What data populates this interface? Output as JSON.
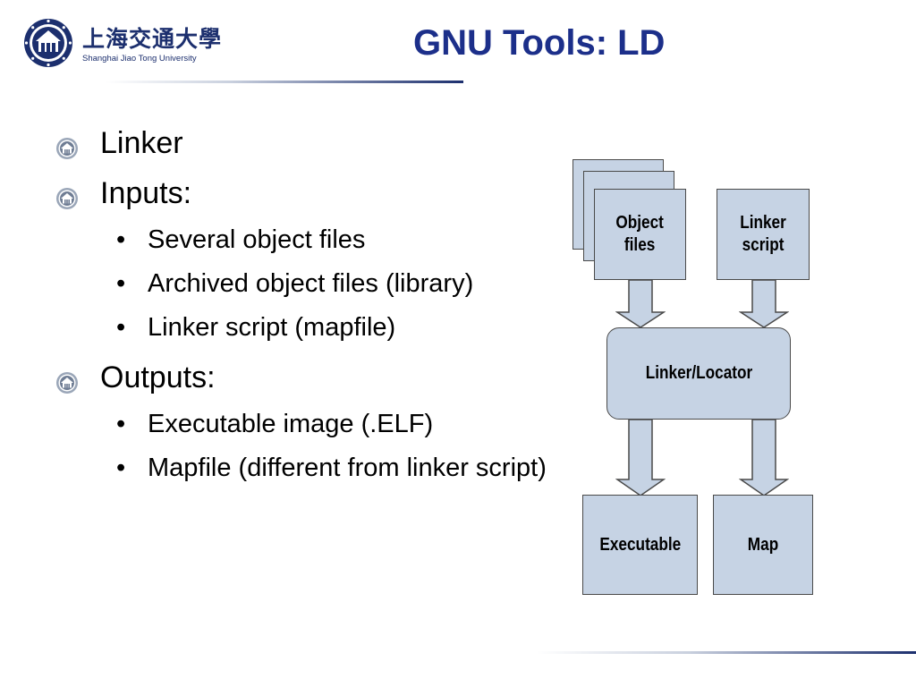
{
  "header": {
    "logo": {
      "chinese_name": "上海交通大學",
      "english_name": "Shanghai Jiao Tong University"
    },
    "title": "GNU Tools: LD"
  },
  "bullets": [
    {
      "text": "Linker",
      "children": []
    },
    {
      "text": "Inputs:",
      "children": [
        "Several object files",
        "Archived object files (library)",
        "Linker script (mapfile)"
      ]
    },
    {
      "text": "Outputs:",
      "children": [
        "Executable image (.ELF)",
        "Mapfile (different from linker script)"
      ]
    }
  ],
  "sub_bullet_glyph": "•",
  "diagram": {
    "object_files": "Object\nfiles",
    "linker_script": "Linker\nscript",
    "linker_locator": "Linker/Locator",
    "executable": "Executable",
    "map": "Map"
  },
  "colors": {
    "title": "#1c2f8a",
    "box_fill": "#c6d3e4",
    "box_border": "#4a4a4a",
    "logo": "#1c2f6e"
  },
  "icons": {
    "bullet": "university-emblem-icon",
    "logo": "university-emblem-icon"
  }
}
